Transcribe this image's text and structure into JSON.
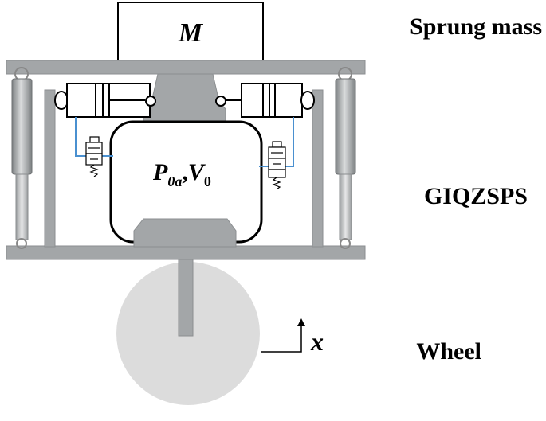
{
  "labels": {
    "sprung_mass": "Sprung mass",
    "giqzsps": "GIQZSPS",
    "wheel": "Wheel"
  },
  "symbols": {
    "mass": "M",
    "pressure_base": "P",
    "pressure_sub": "0a",
    "separator": ",",
    "volume_base": "V",
    "volume_sub": "0",
    "displacement": "x"
  },
  "colors": {
    "bar": "#a3a6a8",
    "bar_stroke": "#8b8e90",
    "wheel": "#dcdcdc",
    "hose": "#4a90d0"
  }
}
